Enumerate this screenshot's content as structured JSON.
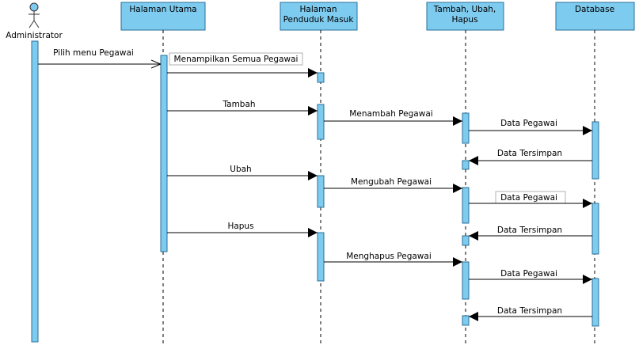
{
  "diagram": {
    "type": "sequence",
    "colors": {
      "box_fill": "#7ecbf0",
      "box_stroke": "#2a6f97",
      "line": "#000000",
      "note_fill": "#ffffff",
      "note_stroke": "#b0b0b0"
    },
    "actor": {
      "label": "Administrator"
    },
    "participants": [
      {
        "id": "halaman_utama",
        "lines": [
          "Halaman Utama"
        ]
      },
      {
        "id": "penduduk",
        "lines": [
          "Halaman",
          "Penduduk Masuk"
        ]
      },
      {
        "id": "tuh",
        "lines": [
          "Tambah, Ubah,",
          "Hapus"
        ]
      },
      {
        "id": "database",
        "lines": [
          "Database"
        ]
      }
    ],
    "messages": [
      {
        "label": "Pilih menu Pegawai",
        "from": "administrator",
        "to": "halaman_utama",
        "style": "open"
      },
      {
        "label": "Menampilkan Semua Pegawai",
        "from": "halaman_utama",
        "to": "penduduk",
        "style": "filled",
        "boxed": true
      },
      {
        "label": "Tambah",
        "from": "halaman_utama",
        "to": "penduduk",
        "style": "filled"
      },
      {
        "label": "Menambah Pegawai",
        "from": "penduduk",
        "to": "tuh",
        "style": "filled"
      },
      {
        "label": "Data Pegawai",
        "from": "tuh",
        "to": "database",
        "style": "filled"
      },
      {
        "label": "Data Tersimpan",
        "from": "database",
        "to": "tuh",
        "style": "filled"
      },
      {
        "label": "Ubah",
        "from": "halaman_utama",
        "to": "penduduk",
        "style": "filled"
      },
      {
        "label": "Mengubah Pegawai",
        "from": "penduduk",
        "to": "tuh",
        "style": "filled"
      },
      {
        "label": "Data Pegawai",
        "from": "tuh",
        "to": "database",
        "style": "filled",
        "boxed": true
      },
      {
        "label": "Data Tersimpan",
        "from": "database",
        "to": "tuh",
        "style": "filled"
      },
      {
        "label": "Hapus",
        "from": "halaman_utama",
        "to": "penduduk",
        "style": "filled"
      },
      {
        "label": "Menghapus Pegawai",
        "from": "penduduk",
        "to": "tuh",
        "style": "filled"
      },
      {
        "label": "Data Pegawai",
        "from": "tuh",
        "to": "database",
        "style": "filled"
      },
      {
        "label": "Data Tersimpan",
        "from": "database",
        "to": "tuh",
        "style": "filled"
      }
    ]
  }
}
